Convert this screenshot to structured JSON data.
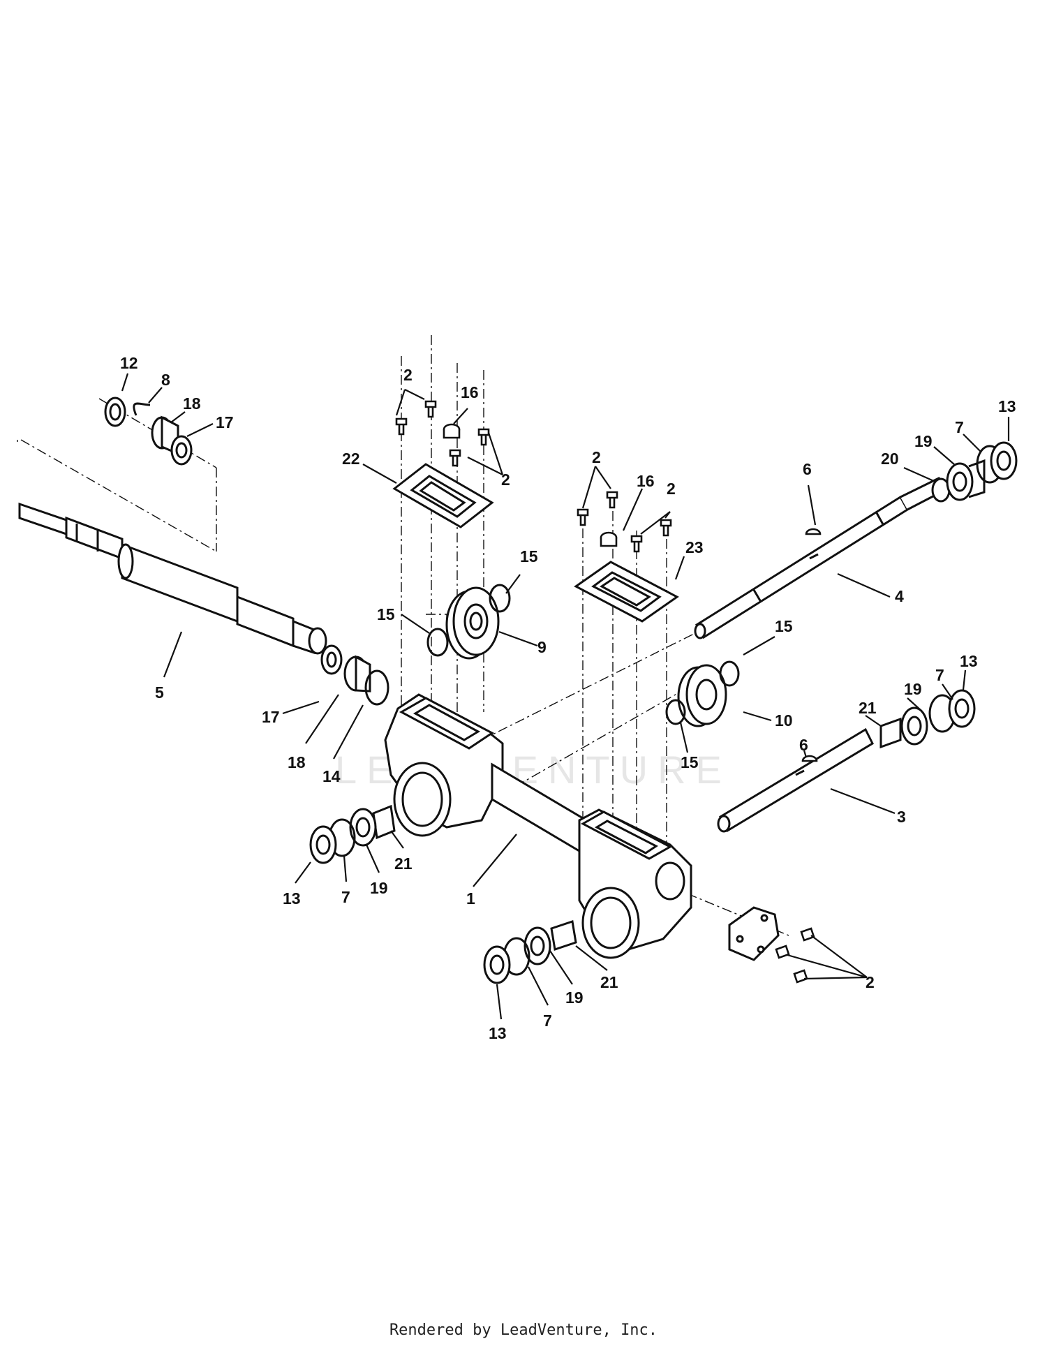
{
  "footer": "Rendered by LeadVenture, Inc.",
  "watermark": "LEADVENTURE",
  "colors": {
    "line": "#111111",
    "leader": "#111111",
    "watermark": "#e6e6e6"
  },
  "callouts": [
    {
      "id": "c12a",
      "text": "12"
    },
    {
      "id": "c8",
      "text": "8"
    },
    {
      "id": "c18a",
      "text": "18"
    },
    {
      "id": "c17a",
      "text": "17"
    },
    {
      "id": "c5",
      "text": "5"
    },
    {
      "id": "c17b",
      "text": "17"
    },
    {
      "id": "c18b",
      "text": "18"
    },
    {
      "id": "c14",
      "text": "14"
    },
    {
      "id": "c2a",
      "text": "2"
    },
    {
      "id": "c16a",
      "text": "16"
    },
    {
      "id": "c2b",
      "text": "2"
    },
    {
      "id": "c22",
      "text": "22"
    },
    {
      "id": "c15a",
      "text": "15"
    },
    {
      "id": "c15b",
      "text": "15"
    },
    {
      "id": "c9",
      "text": "9"
    },
    {
      "id": "c2c",
      "text": "2"
    },
    {
      "id": "c16b",
      "text": "16"
    },
    {
      "id": "c2d",
      "text": "2"
    },
    {
      "id": "c23",
      "text": "23"
    },
    {
      "id": "c6a",
      "text": "6"
    },
    {
      "id": "c4",
      "text": "4"
    },
    {
      "id": "c20",
      "text": "20"
    },
    {
      "id": "c19a",
      "text": "19"
    },
    {
      "id": "c7a",
      "text": "7"
    },
    {
      "id": "c13a",
      "text": "13"
    },
    {
      "id": "c15c",
      "text": "15"
    },
    {
      "id": "c10",
      "text": "10"
    },
    {
      "id": "c15d",
      "text": "15"
    },
    {
      "id": "c6b",
      "text": "6"
    },
    {
      "id": "c21a",
      "text": "21"
    },
    {
      "id": "c19b",
      "text": "19"
    },
    {
      "id": "c7b",
      "text": "7"
    },
    {
      "id": "c13b",
      "text": "13"
    },
    {
      "id": "c3",
      "text": "3"
    },
    {
      "id": "c13c",
      "text": "13"
    },
    {
      "id": "c7c",
      "text": "7"
    },
    {
      "id": "c19c",
      "text": "19"
    },
    {
      "id": "c21b",
      "text": "21"
    },
    {
      "id": "c1",
      "text": "1"
    },
    {
      "id": "c13d",
      "text": "13"
    },
    {
      "id": "c7d",
      "text": "7"
    },
    {
      "id": "c19d",
      "text": "19"
    },
    {
      "id": "c21c",
      "text": "21"
    },
    {
      "id": "c2e",
      "text": "2"
    }
  ]
}
